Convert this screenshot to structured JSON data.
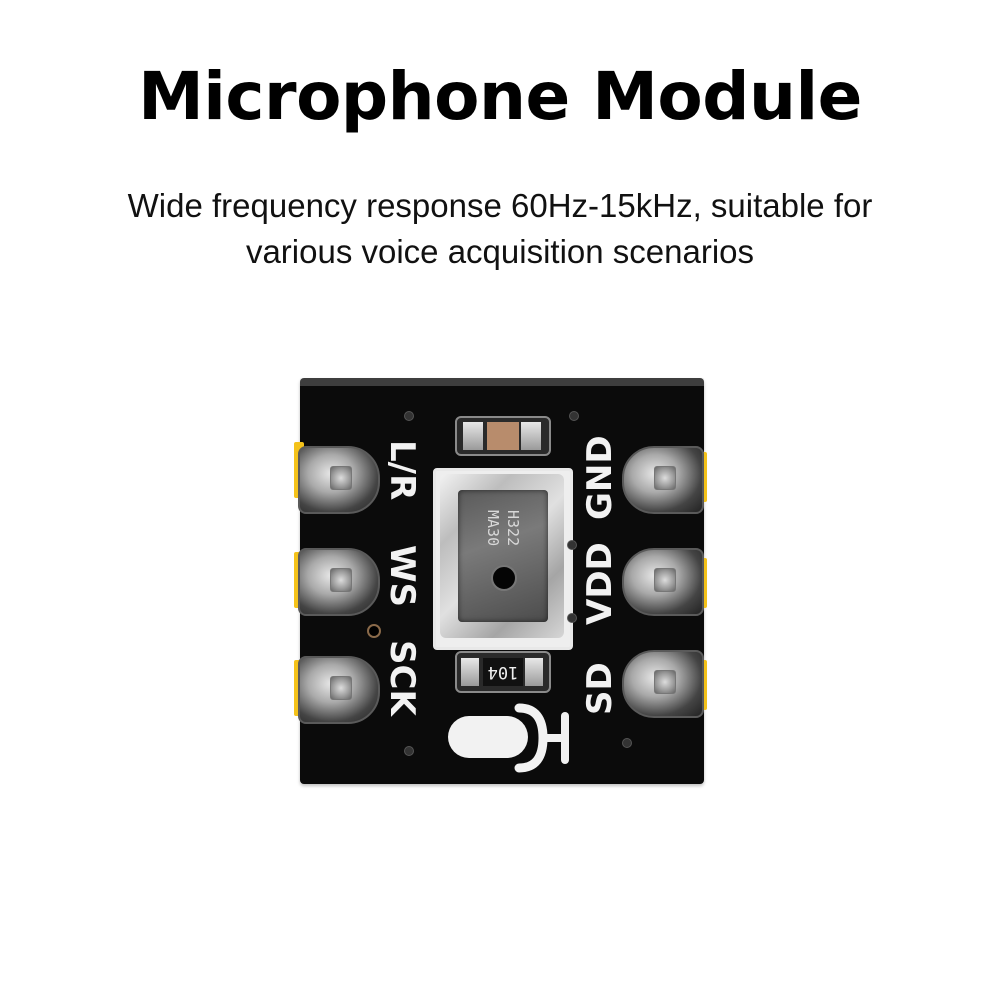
{
  "header": {
    "title": "Microphone Module",
    "subtitle_line1": "Wide frequency response 60Hz-15kHz, suitable for",
    "subtitle_line2": "various voice acquisition scenarios"
  },
  "board": {
    "color": "#0b0b0b",
    "edge_plating_color": "#f4c21a",
    "left_pins": [
      "L/R",
      "WS",
      "SCK"
    ],
    "right_pins": [
      "GND",
      "VDD",
      "SD"
    ],
    "mic_marking_line1": "MA30",
    "mic_marking_line2": "H322",
    "resistor_marking": "104",
    "icons": [
      "microphone-icon"
    ]
  }
}
